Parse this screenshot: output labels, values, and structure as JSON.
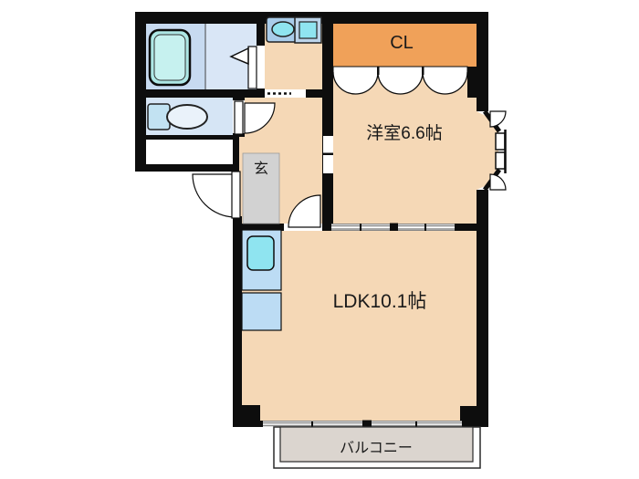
{
  "floorplan": {
    "rooms": {
      "closet": {
        "label": "CL"
      },
      "western_room": {
        "label": "洋室6.6帖"
      },
      "ldk": {
        "label": "LDK10.1帖"
      },
      "entrance": {
        "label": "玄"
      },
      "balcony": {
        "label": "バルコニー"
      }
    },
    "colors": {
      "wall": "#0d0d0d",
      "room_floor": "#F5D8B6",
      "closet_floor": "#F0A159",
      "bath_floor": "#C7DAF0",
      "bath_wash_floor": "#D9E6F6",
      "toilet_floor": "#D6E5F5",
      "tub": "#AEE7E5",
      "tub_inner": "#C6F1EF",
      "fixture_cyan": "#8FE4F0",
      "fixture_blue": "#A9CCEA",
      "washer_frame": "#BCD4EA",
      "toilet_tank": "#C2E2F2",
      "toilet_bowl": "#EAF2FA",
      "kitchen_counter": "#BCDCF4",
      "genkan_floor": "#D2D2D2",
      "balcony_floor": "#DBD5CF"
    }
  }
}
